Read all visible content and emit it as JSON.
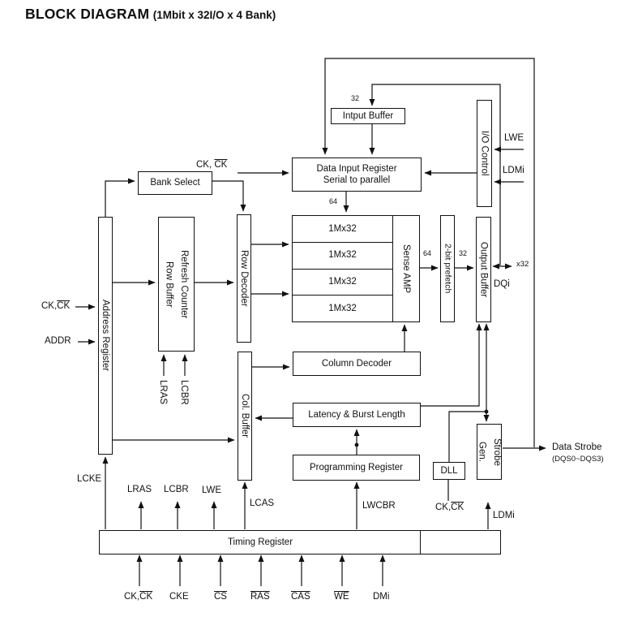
{
  "title": {
    "main": "BLOCK DIAGRAM",
    "sub": "(1Mbit x 32I/O x 4 Bank)"
  },
  "blocks": {
    "input_buffer": "Intput Buffer",
    "data_input_register": {
      "line1": "Data Input Register",
      "line2": "Serial to parallel"
    },
    "io_control": "I/O Control",
    "bank_select": "Bank Select",
    "address_register": "Address Register",
    "refresh_counter": {
      "line1": "Refresh Counter",
      "line2": "Row Buffer"
    },
    "row_decoder": "Row Decoder",
    "banks": [
      "1Mx32",
      "1Mx32",
      "1Mx32",
      "1Mx32"
    ],
    "sense_amp": "Sense AMP",
    "prefetch": "2-bit prefetch",
    "output_buffer": "Output Buffer",
    "column_decoder": "Column Decoder",
    "col_buffer": "Col. Buffer",
    "latency_burst": "Latency & Burst Length",
    "programming_register": "Programming Register",
    "dll": "DLL",
    "strobe_gen": {
      "line1": "Strobe",
      "line2": "Gen."
    },
    "timing_register": "Timing Register"
  },
  "signals": {
    "ck_ck_top": {
      "pre": "CK, ",
      "ov": "CK"
    },
    "ck_ck_addr": {
      "pre": "CK,",
      "ov": "CK"
    },
    "ck_ck_dll": {
      "pre": "CK,",
      "ov": "CK"
    },
    "ck_ck_in": {
      "pre": "CK,",
      "ov": "CK"
    },
    "addr": "ADDR",
    "lwe_io": "LWE",
    "ldmi_io": "LDMi",
    "lras": "LRAS",
    "lcbr": "LCBR",
    "lcke": "LCKE",
    "lwe": "LWE",
    "lcas": "LCAS",
    "lwcbr": "LWCBR",
    "ldmi": "LDMi",
    "dqi": "DQi",
    "x32": "x32",
    "data_strobe": "Data Strobe",
    "dqs_range": "(DQS0~DQS3)",
    "cke": "CKE",
    "cs": {
      "ov": "CS"
    },
    "ras": {
      "ov": "RAS"
    },
    "cas": {
      "ov": "CAS"
    },
    "we": {
      "ov": "WE"
    },
    "dmi": "DMi"
  },
  "bus": {
    "b32": "32",
    "b64": "64"
  }
}
